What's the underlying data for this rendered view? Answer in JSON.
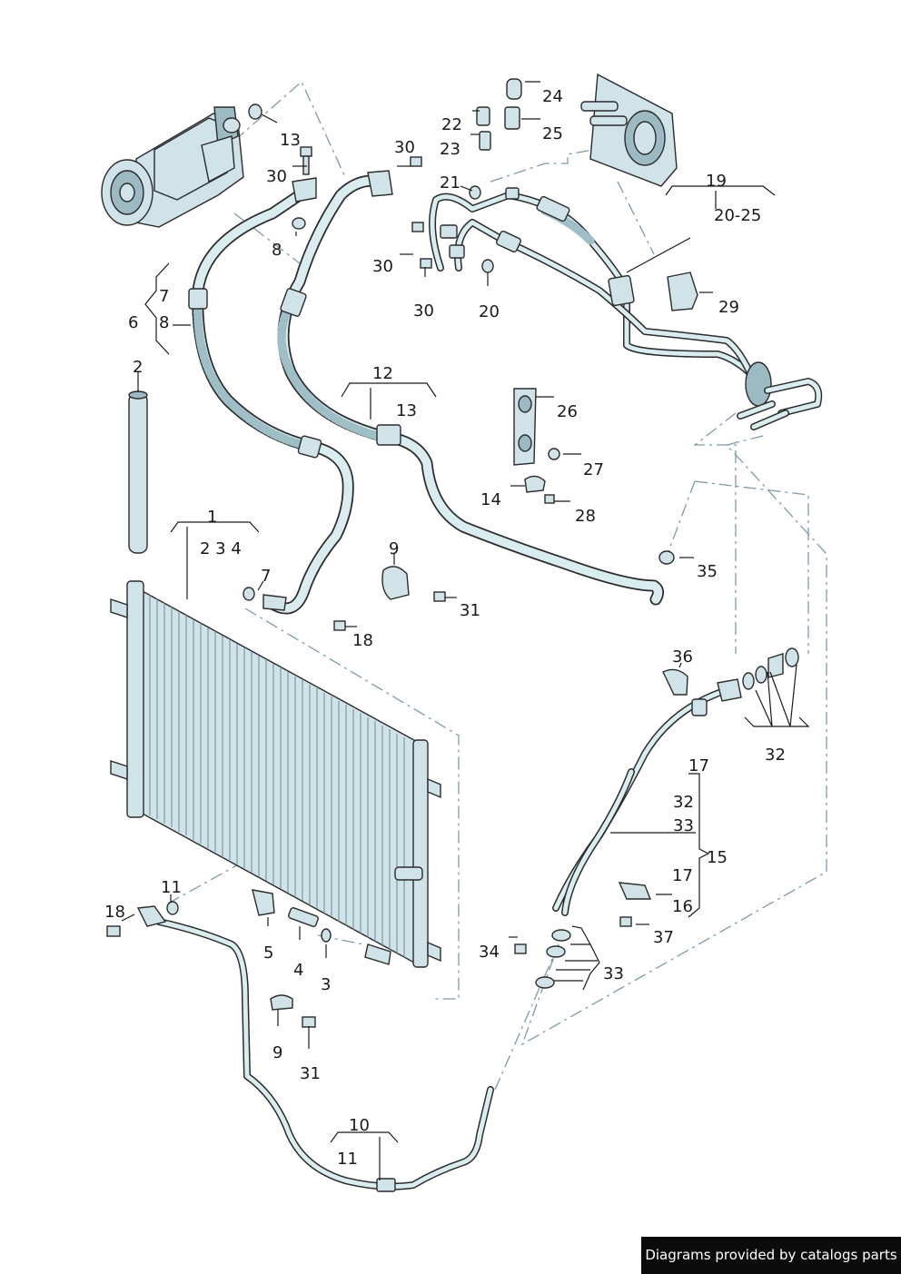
{
  "callouts": [
    {
      "id": "c13a",
      "text": "13"
    },
    {
      "id": "c30a",
      "text": "30"
    },
    {
      "id": "c8a",
      "text": "8"
    },
    {
      "id": "c30b",
      "text": "30"
    },
    {
      "id": "c7a",
      "text": "7"
    },
    {
      "id": "c6",
      "text": "6"
    },
    {
      "id": "c8b",
      "text": "8"
    },
    {
      "id": "c2",
      "text": "2"
    },
    {
      "id": "c22",
      "text": "22"
    },
    {
      "id": "c23",
      "text": "23"
    },
    {
      "id": "c24",
      "text": "24"
    },
    {
      "id": "c25",
      "text": "25"
    },
    {
      "id": "c21",
      "text": "21"
    },
    {
      "id": "c30c",
      "text": "30"
    },
    {
      "id": "c30d",
      "text": "30"
    },
    {
      "id": "c20",
      "text": "20"
    },
    {
      "id": "c19",
      "text": "19"
    },
    {
      "id": "c2025",
      "text": "20-25"
    },
    {
      "id": "c29",
      "text": "29"
    },
    {
      "id": "c12",
      "text": "12"
    },
    {
      "id": "c13b",
      "text": "13"
    },
    {
      "id": "c26",
      "text": "26"
    },
    {
      "id": "c27",
      "text": "27"
    },
    {
      "id": "c14",
      "text": "14"
    },
    {
      "id": "c28",
      "text": "28"
    },
    {
      "id": "c1",
      "text": "1"
    },
    {
      "id": "c234",
      "text": "2 3 4"
    },
    {
      "id": "c7b",
      "text": "7"
    },
    {
      "id": "c9a",
      "text": "9"
    },
    {
      "id": "c31a",
      "text": "31"
    },
    {
      "id": "c18a",
      "text": "18"
    },
    {
      "id": "c35",
      "text": "35"
    },
    {
      "id": "c36",
      "text": "36"
    },
    {
      "id": "c32a",
      "text": "32"
    },
    {
      "id": "c17a",
      "text": "17"
    },
    {
      "id": "c32b",
      "text": "32"
    },
    {
      "id": "c33a",
      "text": "33"
    },
    {
      "id": "c15",
      "text": "15"
    },
    {
      "id": "c17b",
      "text": "17"
    },
    {
      "id": "c16",
      "text": "16"
    },
    {
      "id": "c37",
      "text": "37"
    },
    {
      "id": "c11a",
      "text": "11"
    },
    {
      "id": "c18b",
      "text": "18"
    },
    {
      "id": "c5",
      "text": "5"
    },
    {
      "id": "c4",
      "text": "4"
    },
    {
      "id": "c3",
      "text": "3"
    },
    {
      "id": "c34",
      "text": "34"
    },
    {
      "id": "c33b",
      "text": "33"
    },
    {
      "id": "c9b",
      "text": "9"
    },
    {
      "id": "c31b",
      "text": "31"
    },
    {
      "id": "c10",
      "text": "10"
    },
    {
      "id": "c11b",
      "text": "11"
    }
  ],
  "credit": "Diagrams provided by catalogs parts",
  "colors": {
    "part_fill": "#cfe3e8",
    "outline": "#2b2b2b",
    "dash": "#7f9aa6",
    "credit_bg": "#0b0b0b"
  }
}
